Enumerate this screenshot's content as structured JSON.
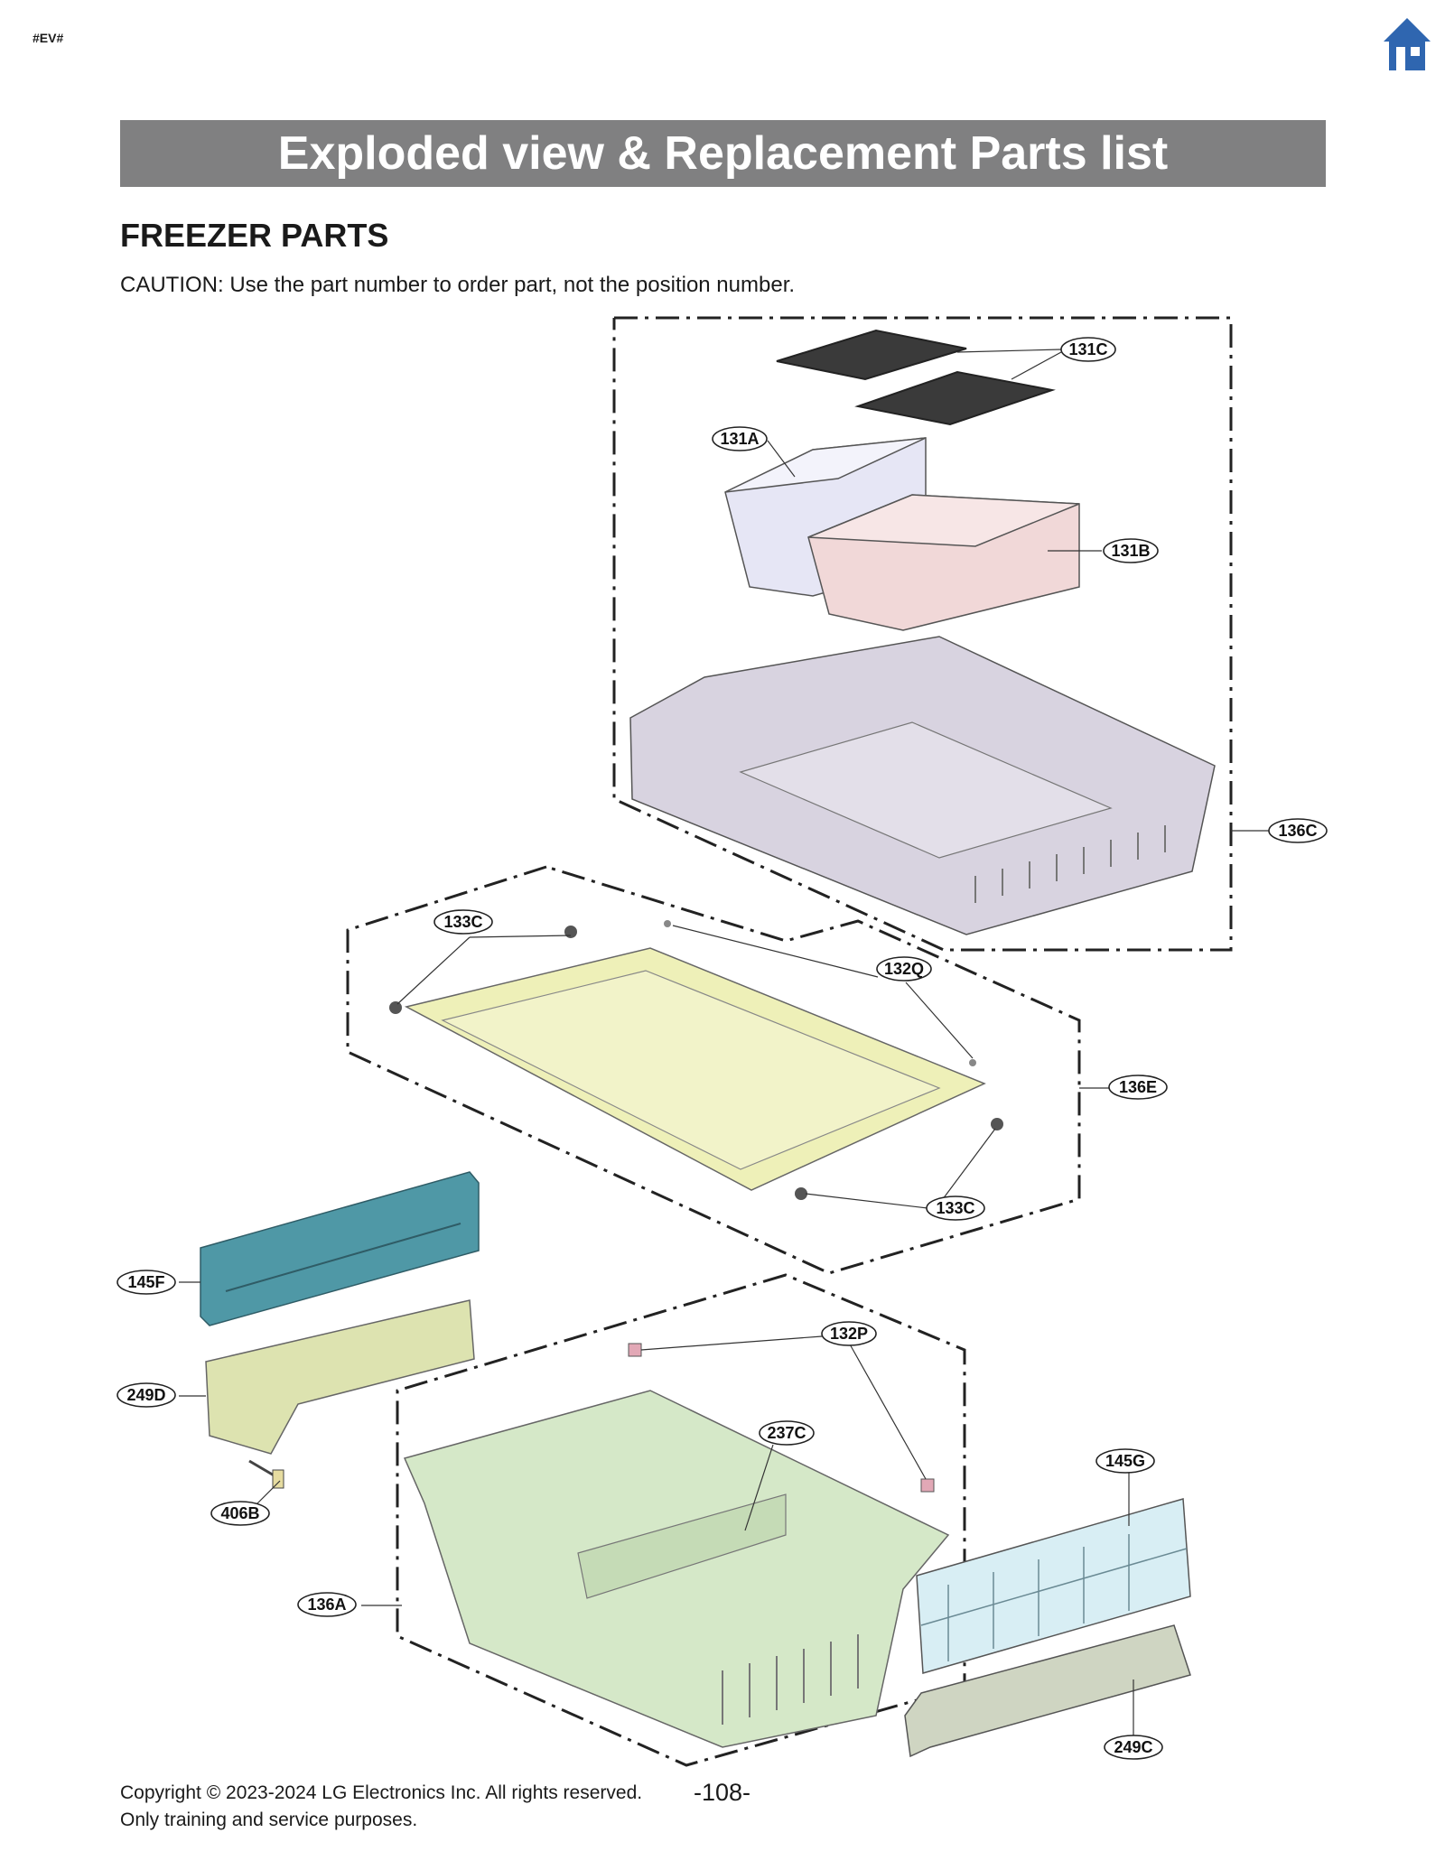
{
  "tag": "#EV#",
  "home_icon": "home-icon",
  "title": "Exploded view & Replacement Parts list",
  "section": "FREEZER PARTS",
  "caution": "CAUTION: Use the part number to order part, not the position number.",
  "callouts": {
    "c131C": "131C",
    "c131A": "131A",
    "c131B": "131B",
    "c136C": "136C",
    "c133C_top": "133C",
    "c132Q": "132Q",
    "c136E": "136E",
    "c133C_bottom": "133C",
    "c145F": "145F",
    "c249D": "249D",
    "c406B": "406B",
    "c132P": "132P",
    "c237C": "237C",
    "c145G": "145G",
    "c136A": "136A",
    "c249C": "249C"
  },
  "footer": {
    "copyright": "Copyright © 2023-2024 LG Electronics Inc. All rights reserved.",
    "purpose": "Only training and service purposes.",
    "page": "-108-"
  },
  "colors": {
    "banner": "#808081",
    "home_icon": "#2f66b0",
    "bin_131A": "#e6e6f5",
    "bin_131B": "#f1d8d8",
    "drawer_136C": "#d8d3e0",
    "tray_136E": "#eef0b8",
    "cover_145F": "#4f98a6",
    "rail_249D": "#dde3b0",
    "basket_136A": "#d5e8c8",
    "cover_145G": "#d8eef4",
    "rail_249C": "#cfd5c2"
  }
}
